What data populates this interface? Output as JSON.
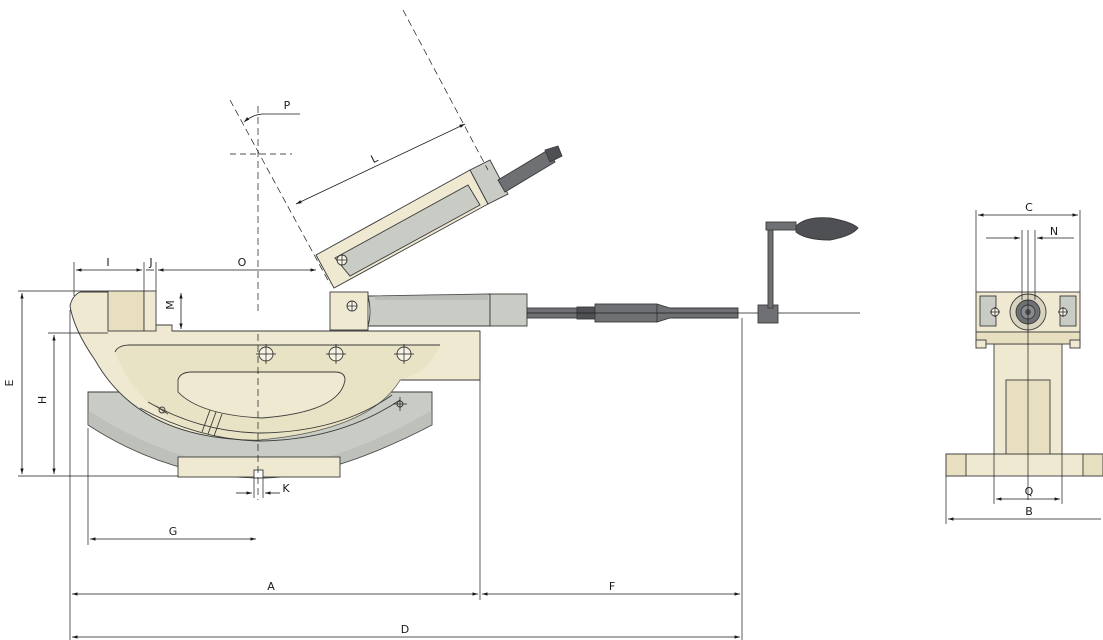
{
  "labels": {
    "A": "A",
    "B": "B",
    "C": "C",
    "D": "D",
    "E": "E",
    "F": "F",
    "G": "G",
    "H": "H",
    "I": "I",
    "J": "J",
    "K": "K",
    "L": "L",
    "M": "M",
    "N": "N",
    "O": "O",
    "P": "P",
    "Q": "Q"
  },
  "colors": {
    "body": "#efe9d2",
    "body_shade": "#e7dfbf",
    "base_gray": "#c8ccc4",
    "steel": "#6e7073"
  }
}
